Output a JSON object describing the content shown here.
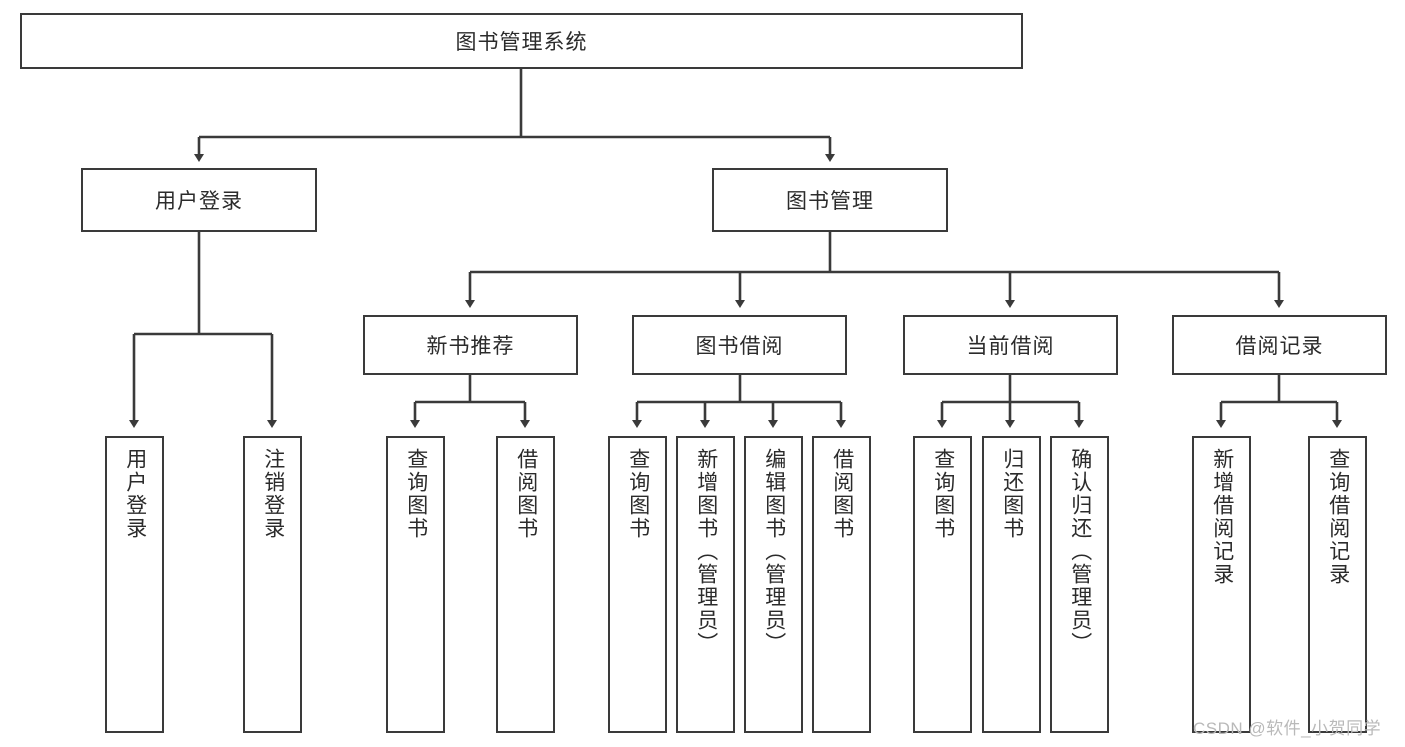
{
  "diagram": {
    "type": "tree",
    "title": "图书管理系统",
    "root": {
      "id": "root",
      "label": "图书管理系统"
    },
    "level2": [
      {
        "id": "user-login",
        "label": "用户登录"
      },
      {
        "id": "book-manage",
        "label": "图书管理"
      }
    ],
    "level3": [
      {
        "id": "new-book-rec",
        "label": "新书推荐",
        "parent": "book-manage"
      },
      {
        "id": "book-borrow",
        "label": "图书借阅",
        "parent": "book-manage"
      },
      {
        "id": "current-borrow",
        "label": "当前借阅",
        "parent": "book-manage"
      },
      {
        "id": "borrow-record",
        "label": "借阅记录",
        "parent": "book-manage"
      }
    ],
    "leaves": [
      {
        "id": "leaf-user-login",
        "label": "用户登录",
        "parent": "user-login"
      },
      {
        "id": "leaf-logout-login",
        "label": "注销登录",
        "parent": "user-login"
      },
      {
        "id": "leaf-query-book-1",
        "label": "查询图书",
        "parent": "new-book-rec"
      },
      {
        "id": "leaf-borrow-book-1",
        "label": "借阅图书",
        "parent": "new-book-rec"
      },
      {
        "id": "leaf-query-book-2",
        "label": "查询图书",
        "parent": "book-borrow"
      },
      {
        "id": "leaf-add-book",
        "label": "新增图书（管理员）",
        "parent": "book-borrow"
      },
      {
        "id": "leaf-edit-book",
        "label": "编辑图书（管理员）",
        "parent": "book-borrow"
      },
      {
        "id": "leaf-borrow-book-2",
        "label": "借阅图书",
        "parent": "book-borrow"
      },
      {
        "id": "leaf-query-book-3",
        "label": "查询图书",
        "parent": "current-borrow"
      },
      {
        "id": "leaf-return-book",
        "label": "归还图书",
        "parent": "current-borrow"
      },
      {
        "id": "leaf-confirm-return",
        "label": "确认归还（管理员）",
        "parent": "current-borrow"
      },
      {
        "id": "leaf-add-record",
        "label": "新增借阅记录",
        "parent": "borrow-record"
      },
      {
        "id": "leaf-query-record",
        "label": "查询借阅记录",
        "parent": "borrow-record"
      }
    ],
    "colors": {
      "stroke": "#3a3a3a",
      "fill": "#ffffff",
      "text": "#2b2b2b",
      "watermark": "#b9b9b9"
    }
  },
  "watermark": {
    "text": "CSDN @软件_小贺同学"
  }
}
